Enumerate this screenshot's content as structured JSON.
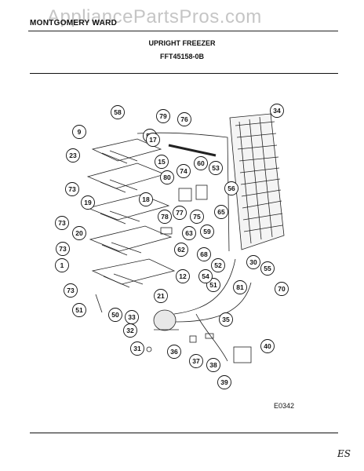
{
  "header": {
    "brand_left": "MONTGOMERY WARD",
    "watermark": "AppliancePartsPros.com",
    "title": "UPRIGHT FREEZER",
    "model": "FFT45158-0B"
  },
  "diagram": {
    "code": "E0342",
    "signature": "ES",
    "callouts": [
      "58",
      "79",
      "76",
      "34",
      "9",
      "57",
      "17",
      "23",
      "15",
      "60",
      "53",
      "74",
      "73",
      "18",
      "80",
      "56",
      "19",
      "77",
      "78",
      "75",
      "65",
      "73",
      "20",
      "63",
      "59",
      "62",
      "73",
      "68",
      "1",
      "30",
      "52",
      "51",
      "54",
      "55",
      "12",
      "73",
      "21",
      "81",
      "70",
      "51",
      "50",
      "33",
      "35",
      "32",
      "36",
      "37",
      "38",
      "40",
      "31",
      "39"
    ]
  }
}
